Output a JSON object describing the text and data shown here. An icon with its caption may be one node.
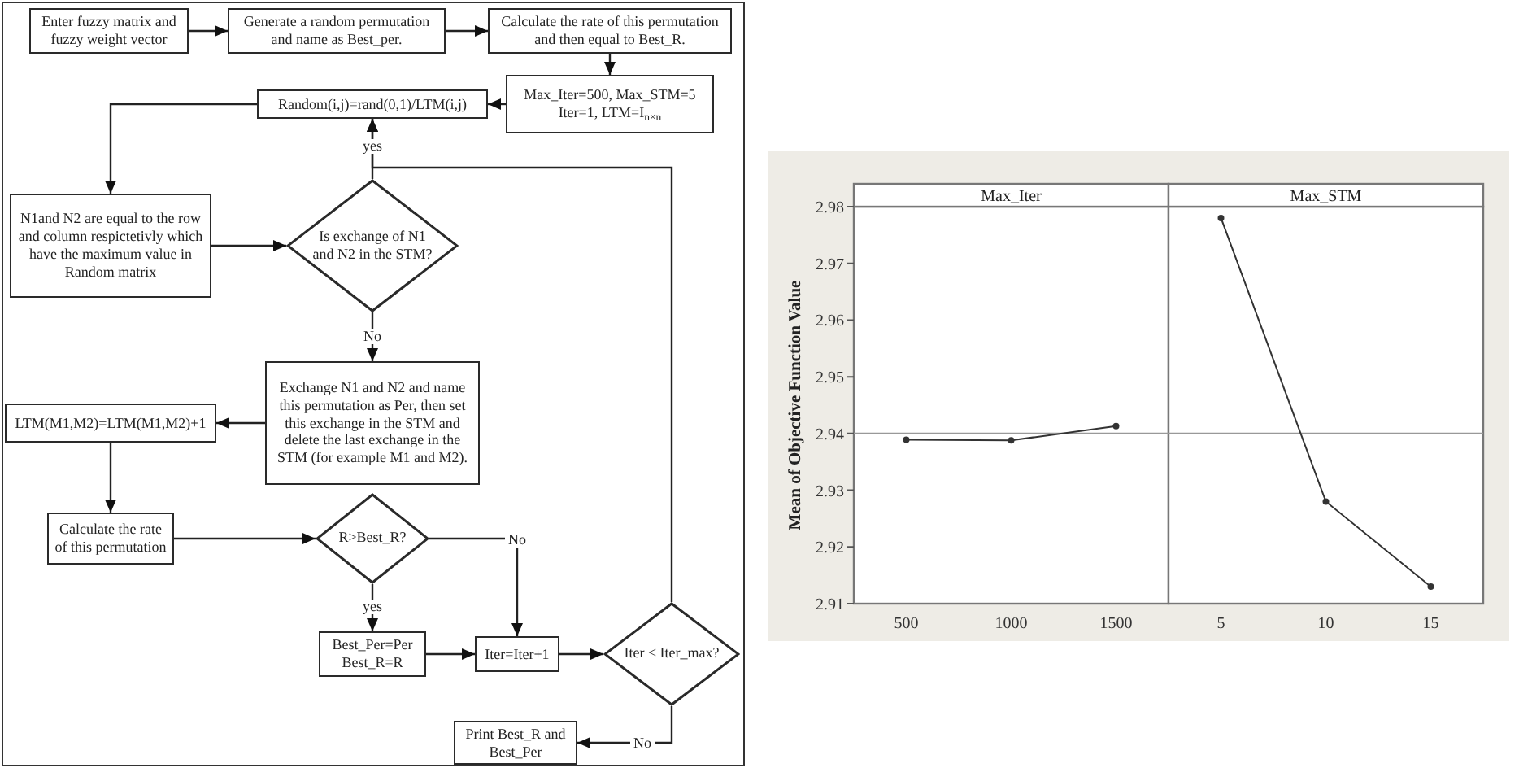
{
  "diagram": {
    "nodes": [
      {
        "text": [
          "Enter fuzzy matrix and fuzzy weight vector"
        ]
      },
      {
        "text": [
          "Generate a random permutation and name as Best_per."
        ]
      },
      {
        "text": [
          "Calculate the rate of this permutation and then equal to Best_R."
        ]
      },
      {
        "text": [
          "Max_Iter=500, Max_STM=5 Iter=1, LTM=I$_{n×n}$"
        ]
      },
      {
        "text": [
          "Random(i,j)=rand(0,1)/LTM(i,j)"
        ]
      },
      {
        "text": [
          "N1and N2 are equal to the row and column respictetivly which have the maximum value in Random matrix"
        ]
      },
      {
        "text": [
          "Is exchange of N1 and N2 in the STM?"
        ]
      },
      {
        "text": [
          "Exchange N1 and N2 and name this permutation as Per, then set this exchange in the STM and delete the last exchange in the STM (for example M1 and M2)."
        ]
      },
      {
        "text": [
          "LTM(M1,M2)=LTM(M1,M2)+1"
        ]
      },
      {
        "text": [
          "Calculate the rate of this permutation"
        ]
      },
      {
        "text": [
          "R>Best_R?"
        ]
      },
      {
        "text": [
          "Best_Per=Per Best_R=R"
        ]
      },
      {
        "text": [
          "Iter=Iter+1"
        ]
      },
      {
        "text": [
          "Iter < Iter_max?"
        ]
      },
      {
        "text": [
          "Print Best_R and Best_Per"
        ]
      }
    ],
    "edges": [
      {
        "from": 0,
        "to": 1,
        "arrow": "to"
      },
      {
        "from": 1,
        "to": 2,
        "arrow": "to"
      },
      {
        "from": 2,
        "to": 3,
        "arrow": "to"
      },
      {
        "from": 3,
        "to": 4,
        "arrow": "to"
      },
      {
        "from": 4,
        "to": 5,
        "arrow": "to"
      },
      {
        "from": 5,
        "to": 6,
        "arrow": "to"
      },
      {
        "from": 6,
        "to": 4,
        "arrow": "to",
        "label": "yes"
      },
      {
        "from": 6,
        "to": 7,
        "arrow": "to",
        "label": "No"
      },
      {
        "from": 7,
        "to": 8,
        "arrow": "to"
      },
      {
        "from": 8,
        "to": 9,
        "arrow": "to"
      },
      {
        "from": 9,
        "to": 10,
        "arrow": "to"
      },
      {
        "from": 10,
        "to": 11,
        "arrow": "to",
        "label": "yes"
      },
      {
        "from": 10,
        "to": 12,
        "arrow": "to",
        "label": "No"
      },
      {
        "from": 11,
        "to": 12,
        "arrow": "to"
      },
      {
        "from": 12,
        "to": 13,
        "arrow": "to"
      },
      {
        "from": 13,
        "to": 4,
        "arrow": "to"
      },
      {
        "from": 13,
        "to": 14,
        "arrow": "to",
        "label": "No"
      }
    ],
    "labels": [
      "Max_Iter",
      "Max_STM"
    ],
    "chart_data": {
      "type": "line",
      "ylabel": "Mean of Objective Function Value",
      "categories": [
        "500",
        "1000",
        "1500",
        "5",
        "10",
        "15"
      ],
      "series": [
        {
          "color": "#333333",
          "marker": "circle",
          "values": [
            2.9389,
            2.9388,
            2.9413,
            null,
            null,
            null
          ]
        },
        {
          "color": "#333333",
          "marker": "circle",
          "values": [
            null,
            null,
            null,
            2.978,
            2.928,
            2.913
          ]
        }
      ],
      "ylim": [
        2.91,
        2.98
      ],
      "yticks": [
        2.91,
        2.92,
        2.93,
        2.94,
        2.95,
        2.96,
        2.97,
        2.98
      ],
      "ref_lines": [
        {
          "axis": "y",
          "value": 2.94
        }
      ]
    }
  }
}
